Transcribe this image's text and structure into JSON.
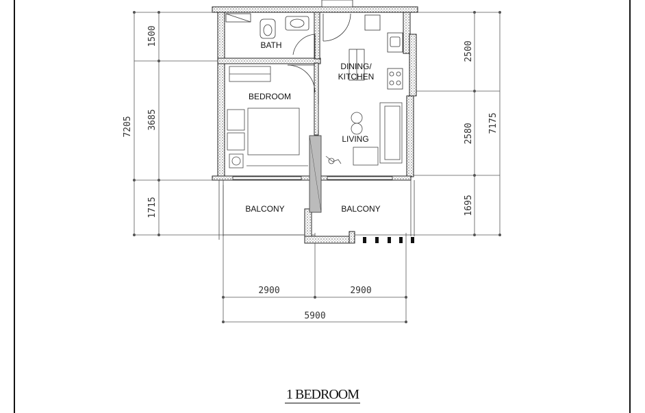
{
  "plan": {
    "title": "1 BEDROOM",
    "rooms": {
      "bath": "BATH",
      "dining_line1": "DINING/",
      "dining_line2": "KITCHEN",
      "bedroom": "BEDROOM",
      "living": "LIVING",
      "balcony_left": "BALCONY",
      "balcony_right": "BALCONY"
    },
    "dimensions": {
      "left_bath": "1500",
      "left_bedroom": "3685",
      "left_total": "7205",
      "left_balcony": "1715",
      "right_kitchen": "2500",
      "right_living": "2580",
      "right_total": "7175",
      "right_balcony": "1695",
      "bottom_left": "2900",
      "bottom_right": "2900",
      "bottom_total": "5900"
    }
  }
}
